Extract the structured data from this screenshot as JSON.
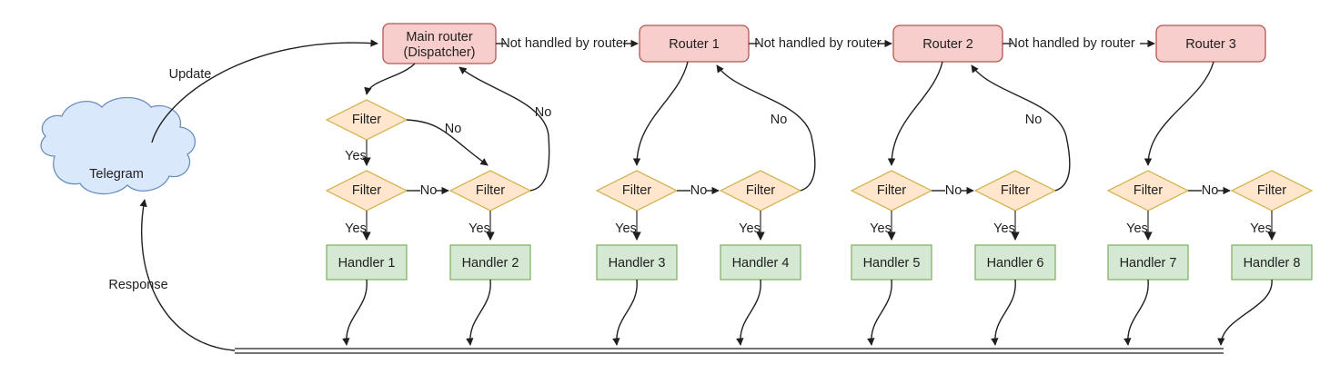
{
  "diagram": {
    "title": "Telegram bot update routing flow",
    "colors": {
      "router_fill": "#f8cecc",
      "router_stroke": "#b85450",
      "filter_fill": "#ffe6cc",
      "filter_stroke": "#d6b656",
      "handler_fill": "#d5e8d4",
      "handler_stroke": "#82b366",
      "cloud_fill": "#dae8fc",
      "cloud_stroke": "#6c8ebf",
      "edge": "#1f1f1f",
      "edge_grey": "#60605e",
      "text": "#1f1f1f",
      "background": "#ffffff"
    },
    "source": {
      "label": "Telegram",
      "shape": "cloud"
    },
    "routers": [
      {
        "id": "main-router",
        "label_line1": "Main router",
        "label_line2": "(Dispatcher)"
      },
      {
        "id": "router-1",
        "label_line1": "Router 1",
        "label_line2": ""
      },
      {
        "id": "router-2",
        "label_line1": "Router 2",
        "label_line2": ""
      },
      {
        "id": "router-3",
        "label_line1": "Router 3",
        "label_line2": ""
      }
    ],
    "filters": [
      {
        "id": "filter-a1",
        "label": "Filter"
      },
      {
        "id": "filter-a2",
        "label": "Filter"
      },
      {
        "id": "filter-a3",
        "label": "Filter"
      },
      {
        "id": "filter-b1",
        "label": "Filter"
      },
      {
        "id": "filter-b2",
        "label": "Filter"
      },
      {
        "id": "filter-c1",
        "label": "Filter"
      },
      {
        "id": "filter-c2",
        "label": "Filter"
      },
      {
        "id": "filter-d1",
        "label": "Filter"
      },
      {
        "id": "filter-d2",
        "label": "Filter"
      }
    ],
    "handlers": [
      {
        "id": "handler-1",
        "label": "Handler 1"
      },
      {
        "id": "handler-2",
        "label": "Handler 2"
      },
      {
        "id": "handler-3",
        "label": "Handler 3"
      },
      {
        "id": "handler-4",
        "label": "Handler 4"
      },
      {
        "id": "handler-5",
        "label": "Handler 5"
      },
      {
        "id": "handler-6",
        "label": "Handler 6"
      },
      {
        "id": "handler-7",
        "label": "Handler 7"
      },
      {
        "id": "handler-8",
        "label": "Handler 8"
      }
    ],
    "edge_labels": {
      "update": "Update",
      "response": "Response",
      "not_handled_1": "Not handled by router",
      "not_handled_2": "Not handled by router",
      "not_handled_3": "Not handled by router",
      "yes": "Yes",
      "no": "No"
    },
    "yes_labels": [
      "Yes",
      "Yes",
      "Yes",
      "Yes",
      "Yes",
      "Yes",
      "Yes",
      "Yes",
      "Yes"
    ],
    "no_labels": [
      "No",
      "No",
      "No",
      "No",
      "No",
      "No",
      "No",
      "No",
      "No"
    ]
  }
}
